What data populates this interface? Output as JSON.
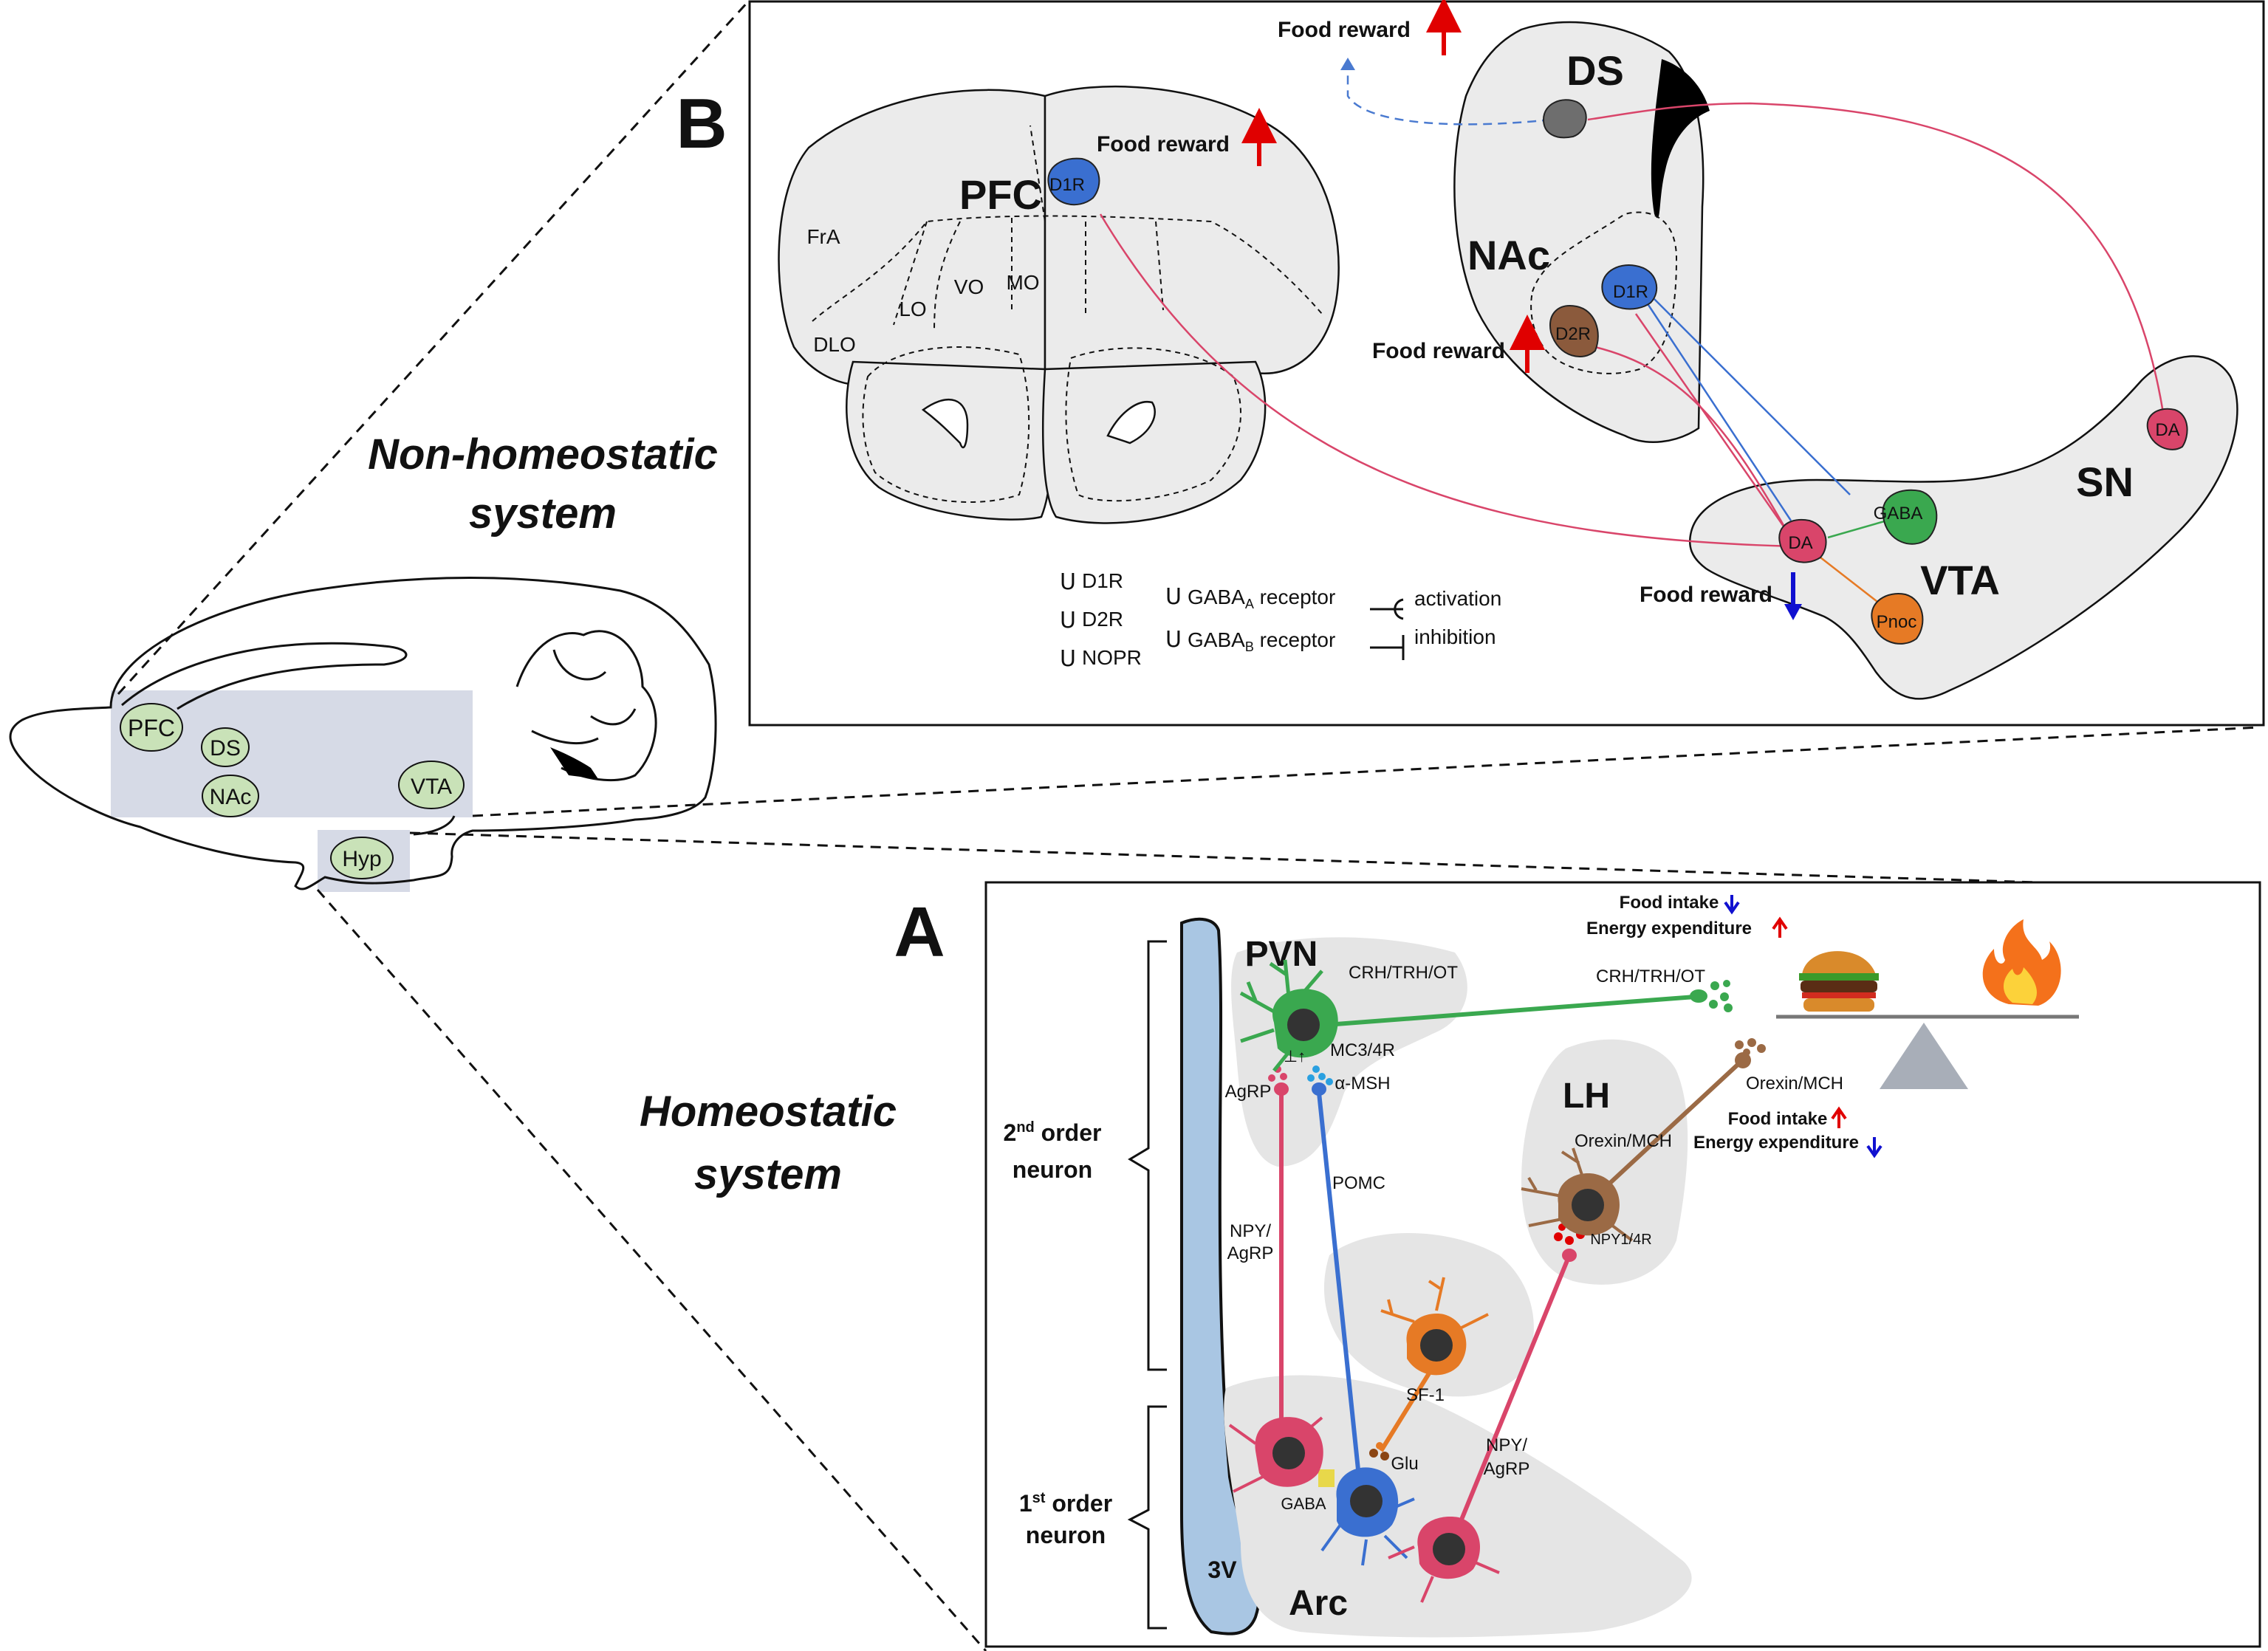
{
  "panel_letters": {
    "a": "A",
    "b": "B"
  },
  "system_labels": {
    "non_homeostatic": [
      "Non-homeostatic",
      "system"
    ],
    "homeostatic": [
      "Homeostatic",
      "system"
    ]
  },
  "sagittal": {
    "pfc": "PFC",
    "ds": "DS",
    "nac": "NAc",
    "vta": "VTA",
    "hyp": "Hyp"
  },
  "panel_b": {
    "regions": {
      "pfc": "PFC",
      "ds": "DS",
      "nac": "NAc",
      "sn": "SN",
      "vta": "VTA"
    },
    "subregions": {
      "fra": "FrA",
      "dlo": "DLO",
      "lo": "LO",
      "vo": "VO",
      "mo": "MO"
    },
    "food_reward": "Food reward",
    "cells": {
      "d1r_pfc": "D1R",
      "d1r_nac": "D1R",
      "d2r_nac": "D2R",
      "da_sn": "DA",
      "da_vta": "DA",
      "gaba": "GABA",
      "pnoc": "Pnoc"
    },
    "legend": {
      "d1r": "D1R",
      "d2r": "D2R",
      "nopr": "NOPR",
      "gaba_a_prefix": "GABA",
      "gaba_a_sub": "A",
      "gaba_a_suffix": " receptor",
      "gaba_b_prefix": "GABA",
      "gaba_b_sub": "B",
      "gaba_b_suffix": " receptor",
      "activation": "activation",
      "inhibition": "inhibition"
    }
  },
  "panel_a": {
    "regions": {
      "pvn": "PVN",
      "lh": "LH",
      "arc": "Arc",
      "v3": "3V"
    },
    "labels": {
      "crh_pvn": "CRH/TRH/OT",
      "crh_axon": "CRH/TRH/OT",
      "mc34r": "MC3/4R",
      "agrp": "AgRP",
      "amsh": "α-MSH",
      "pomc": "POMC",
      "npy_agrp_1": "NPY/",
      "npy_agrp_2": "AgRP",
      "npy_agrp_3": "NPY/",
      "npy_agrp_4": "AgRP",
      "orexin_cell": "Orexin/MCH",
      "orexin_axon": "Orexin/MCH",
      "npy14r": "NPY1/4R",
      "sf1": "SF-1",
      "glu": "Glu",
      "gaba": "GABA"
    },
    "order_labels": {
      "second_sup": "nd",
      "second_pre": "2",
      "second_post": " order",
      "second_line2": "neuron",
      "first_sup": "st",
      "first_pre": "1",
      "first_post": " order",
      "first_line2": "neuron"
    },
    "balance": {
      "food_intake": "Food intake",
      "energy_expenditure": "Energy expenditure"
    },
    "lh_effects": {
      "food_intake": "Food intake",
      "energy_expenditure": "Energy expenditure"
    }
  },
  "colors": {
    "red_arrow": "#e00000",
    "blue_arrow": "#1010d0",
    "d1r_cell": "#3a6fd0",
    "d2r_cell": "#8b5a3c",
    "da_cell": "#d9456a",
    "gaba_cell": "#3aa84f",
    "pnoc_cell": "#e67a25",
    "pvn_cell": "#3aa84f",
    "lh_cell": "#9b6a45",
    "sf1_cell": "#e67a25",
    "npy_cell": "#d9456a",
    "pomc_cell": "#3a6fd0",
    "ventricle": "#a9c6e3",
    "region_fill": "#e5e5e5",
    "sagittal_green": "#c9e2b8",
    "highlight_box": "#d6dae6"
  }
}
